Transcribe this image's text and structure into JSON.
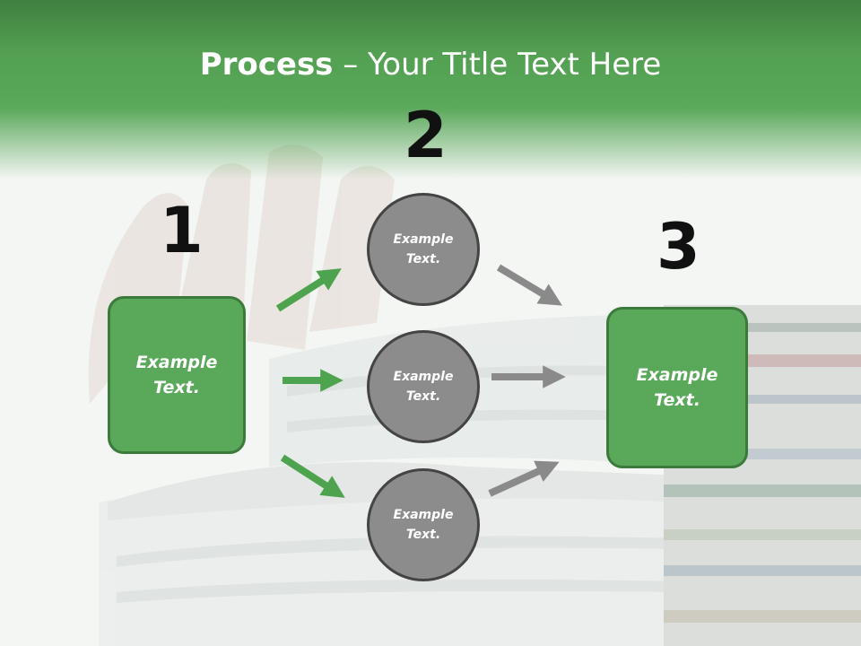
{
  "title": {
    "bold": "Process",
    "rest": " – Your Title Text Here"
  },
  "steps": {
    "one": "1",
    "two": "2",
    "three": "3"
  },
  "nodes": {
    "left_box": "Example Text.",
    "circle_top": "Example Text.",
    "circle_middle": "Example Text.",
    "circle_bottom": "Example Text.",
    "right_box": "Example Text."
  },
  "colors": {
    "header_green": "#5aa85a",
    "box_green": "#5aa85a",
    "circle_gray": "#8c8c8c",
    "arrow_green": "#4ea34e",
    "arrow_gray": "#8a8a8a"
  }
}
